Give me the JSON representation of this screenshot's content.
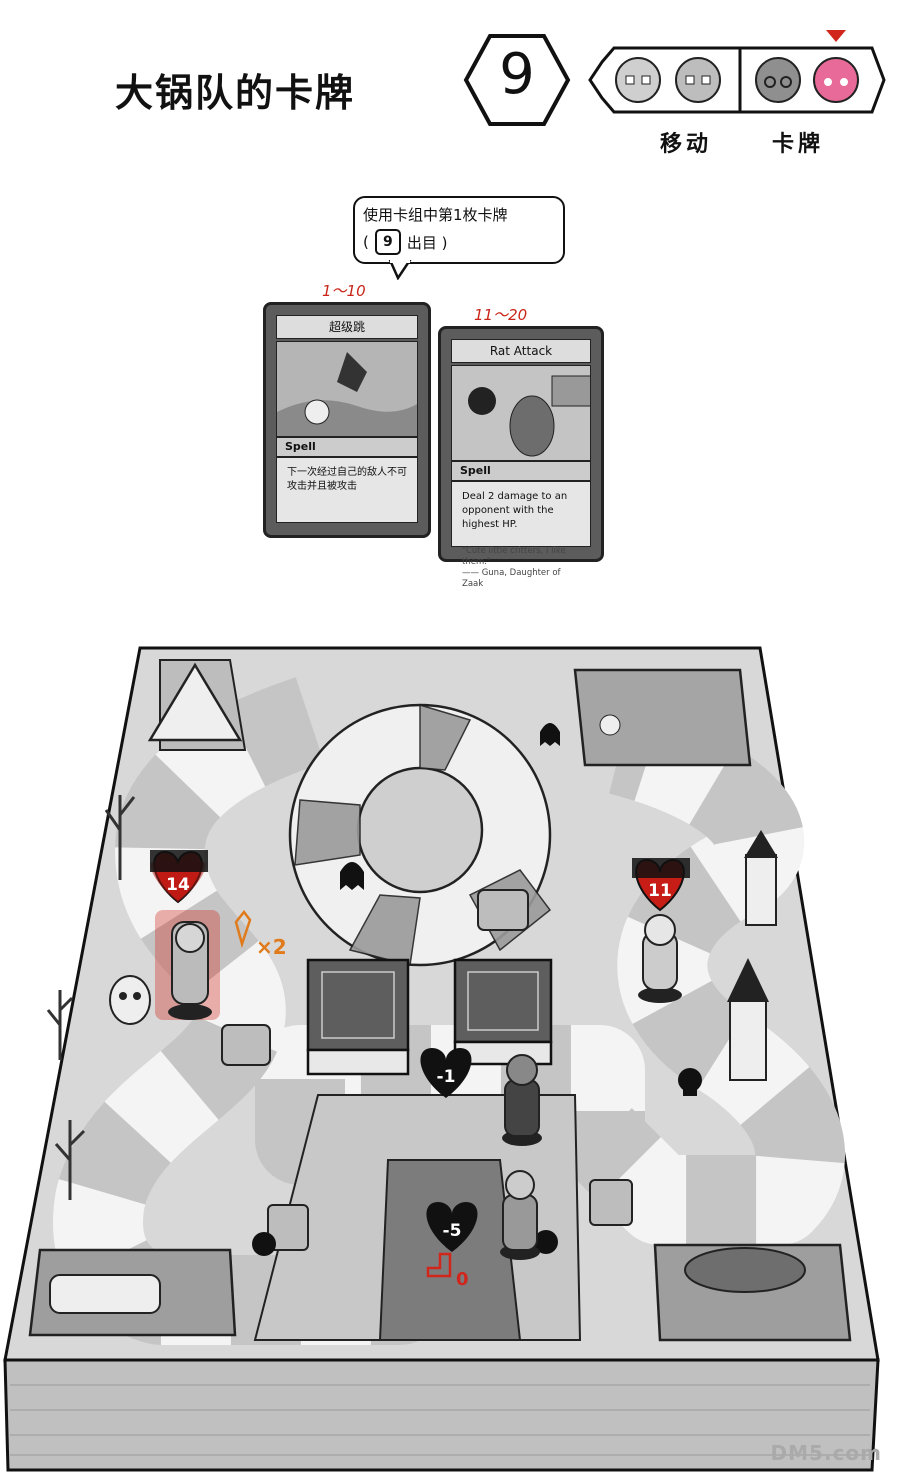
{
  "page": {
    "title": "大锅队的卡牌",
    "turn_number": "9"
  },
  "turn_order": {
    "labels": [
      "移动",
      "卡牌"
    ],
    "active_marker_color": "#d0261c"
  },
  "bubble": {
    "line1": "使用卡组中第1枚卡牌",
    "number": "9",
    "line2_suffix": "出目 )",
    "line2_prefix": "("
  },
  "cards": [
    {
      "range": "1～10",
      "name": "超级跳",
      "type": "Spell",
      "text": "下一次经过自己的敌人不可攻击并且被攻击"
    },
    {
      "range": "11～20",
      "name": "Rat Attack",
      "type": "Spell",
      "text": "Deal 2 damage to an opponent with the highest HP.",
      "flavor_quote": "\"Cute little critters, I like them.\"",
      "flavor_attr": "—— Guna, Daughter of Zaak"
    }
  ],
  "board": {
    "hp_left": "14",
    "hp_right": "11",
    "damage_center_top": "-1",
    "damage_center_bottom": "-5",
    "multiplier": "×2",
    "boot_count": "0",
    "accent_color": "#d0261c",
    "orange_color": "#e07a1a"
  },
  "watermark": "DM5.com"
}
